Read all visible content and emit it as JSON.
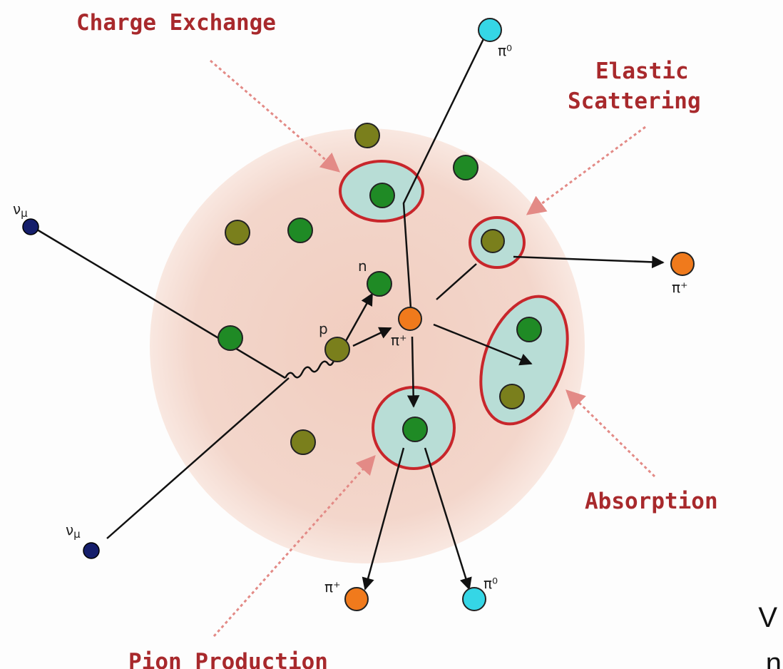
{
  "labels": {
    "charge_exchange": "Charge Exchange",
    "elastic_line1": "Elastic",
    "elastic_line2": "Scattering",
    "absorption": "Absorption",
    "pion_production": "Pion Production"
  },
  "particles": {
    "nu_top": "ν",
    "nu_top_sub": "μ",
    "nu_bottom": "ν",
    "nu_bottom_sub": "μ",
    "p": "p",
    "n": "n",
    "pi_plus_center": "π⁺",
    "pi_zero_top": "π⁰",
    "pi_plus_right": "π⁺",
    "pi_plus_bottom": "π⁺",
    "pi_zero_bottom": "π⁰"
  },
  "cutoff_text": {
    "line1": "V",
    "line2": "n"
  },
  "colors": {
    "nucleus": "#f3d2c6",
    "ring": "#c8262b",
    "ring_fill": "#b8ddd6",
    "proton": "#7a7f1c",
    "neutron": "#1f8a25",
    "pion_charged": "#f07a1c",
    "pion_neutral": "#35d6e6",
    "neutrino": "#151e6b",
    "label": "#a8292c"
  }
}
